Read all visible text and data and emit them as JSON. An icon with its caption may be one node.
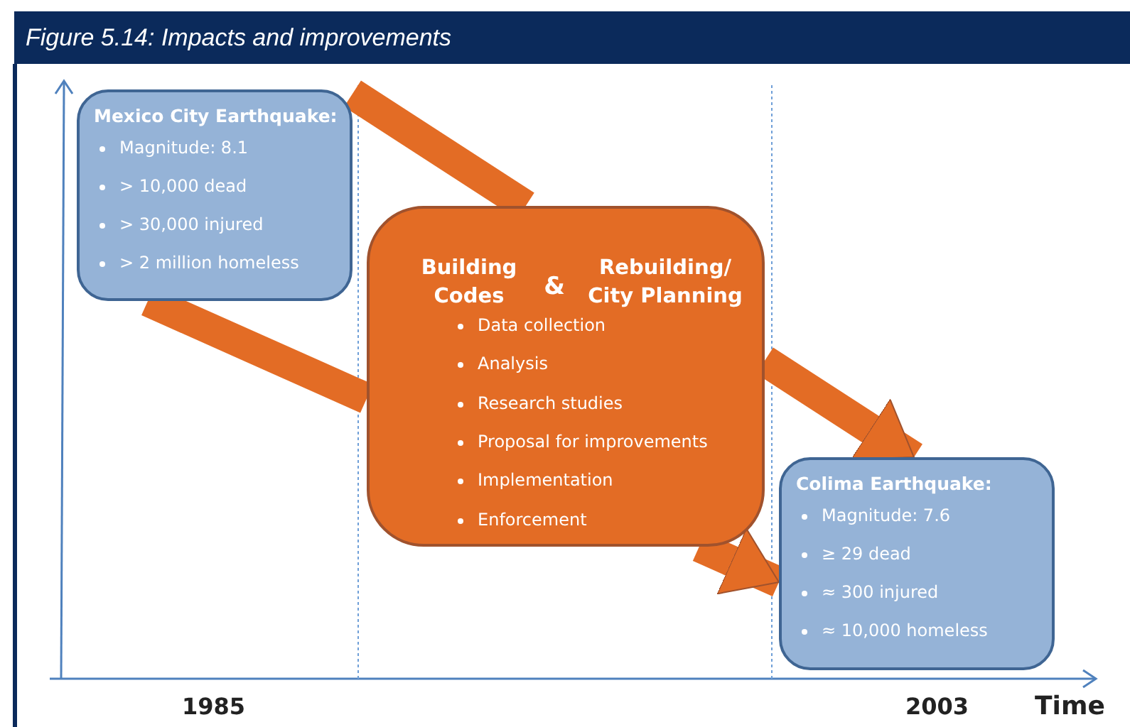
{
  "diagram": {
    "title": "Figure 5.14: Impacts and improvements",
    "nodes": [
      {
        "text": [
          "Mexico City Earthquake:",
          "Magnitude: 8.1",
          "> 10,000 dead",
          "> 30,000 injured",
          "> 2 million homeless"
        ]
      },
      {
        "text": [
          "Building Codes",
          "&",
          "Rebuilding/ City Planning",
          "Data collection",
          "Analysis",
          "Research studies",
          "Proposal for improvements",
          "Implementation",
          "Enforcement"
        ]
      },
      {
        "text": [
          "Colima Earthquake:",
          "Magnitude: 7.6",
          "≥ 29 dead",
          "≈ 300 injured",
          "≈ 10,000 homeless"
        ]
      }
    ],
    "edges": [
      {
        "from": 0,
        "to": 1,
        "arrow": "none"
      },
      {
        "from": 1,
        "to": 2,
        "arrow": "to"
      },
      {
        "from": 0,
        "to": 1,
        "arrow": "none"
      },
      {
        "from": 1,
        "to": 2,
        "arrow": "to"
      }
    ],
    "labels": [
      "1985",
      "2003",
      "Time"
    ]
  }
}
